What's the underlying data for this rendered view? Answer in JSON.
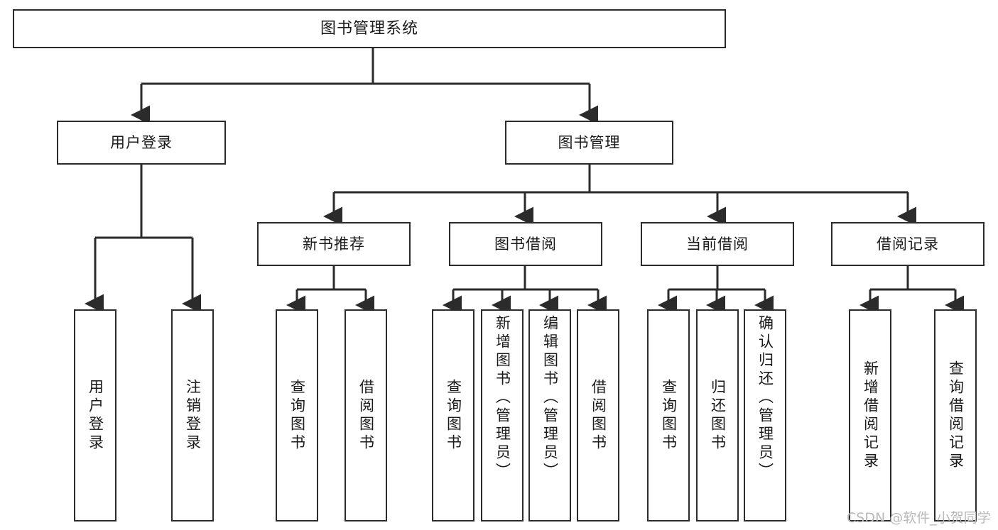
{
  "diagram": {
    "title": "图书管理系统",
    "type": "hierarchy-tree",
    "stroke_color": "#2b2b2b",
    "background_color": "#ffffff",
    "root": {
      "id": "root",
      "label": "图书管理系统"
    },
    "level2": [
      {
        "id": "user-login",
        "label": "用户登录"
      },
      {
        "id": "book-management",
        "label": "图书管理"
      }
    ],
    "level3": [
      {
        "id": "new-book-recommend",
        "label": "新书推荐"
      },
      {
        "id": "book-borrow",
        "label": "图书借阅"
      },
      {
        "id": "current-borrow",
        "label": "当前借阅"
      },
      {
        "id": "borrow-record",
        "label": "借阅记录"
      }
    ],
    "leaves": {
      "user_login": [
        {
          "id": "leaf-user-login",
          "label": "用户登录"
        },
        {
          "id": "leaf-logout-login",
          "label": "注销登录"
        }
      ],
      "new_book_recommend": [
        {
          "id": "leaf-query-book-1",
          "label": "查询图书"
        },
        {
          "id": "leaf-borrow-book-1",
          "label": "借阅图书"
        }
      ],
      "book_borrow": [
        {
          "id": "leaf-query-book-2",
          "label": "查询图书"
        },
        {
          "id": "leaf-add-book",
          "label": "新增图书（管理员）"
        },
        {
          "id": "leaf-edit-book",
          "label": "编辑图书（管理员）"
        },
        {
          "id": "leaf-borrow-book-2",
          "label": "借阅图书"
        }
      ],
      "current_borrow": [
        {
          "id": "leaf-query-book-3",
          "label": "查询图书"
        },
        {
          "id": "leaf-return-book",
          "label": "归还图书"
        },
        {
          "id": "leaf-confirm-return",
          "label": "确认归还（管理员）"
        }
      ],
      "borrow_record": [
        {
          "id": "leaf-add-record",
          "label": "新增借阅记录"
        },
        {
          "id": "leaf-query-record",
          "label": "查询借阅记录"
        }
      ]
    }
  },
  "watermark": {
    "text": "CSDN @软件_小贺同学"
  }
}
